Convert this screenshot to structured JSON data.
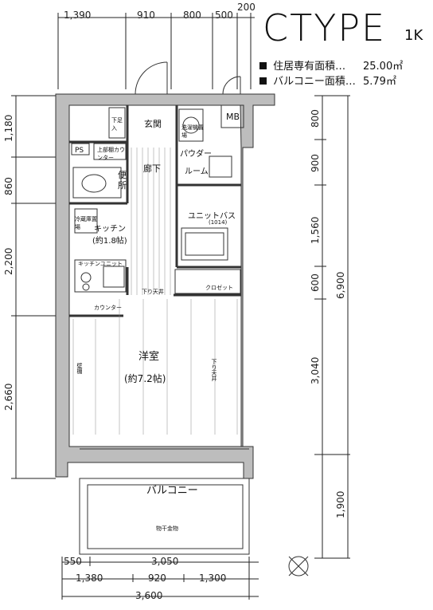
{
  "type_title": "CTYPE",
  "type_sub": "1K",
  "areas": [
    {
      "label": "住居専有面積…",
      "value": "25.00㎡"
    },
    {
      "label": "バルコニー面積…",
      "value": "5.79㎡"
    }
  ],
  "dims_top": [
    "1,390",
    "910",
    "800",
    "500",
    "200"
  ],
  "dims_left": [
    "1,180",
    "860",
    "2,200",
    "2,660"
  ],
  "dims_right_inner": [
    "800",
    "900",
    "1,560",
    "600",
    "3,040",
    "1,900"
  ],
  "dims_right_outer": "6,900",
  "dims_bottom_row1": [
    "550",
    "3,050"
  ],
  "dims_bottom_row2": [
    "1,380",
    "920",
    "1,300"
  ],
  "dims_bottom_total": "3,600",
  "rooms": {
    "genkan": "玄関",
    "geta": "下足入",
    "sentakuki": "洗濯機置場",
    "mb": "MB",
    "ps": "PS",
    "uwadana": "上部棚カウンター",
    "ben": "便",
    "sho": "所",
    "rouka": "廊下",
    "powder": "パウダー",
    "room_suffix": "ルーム",
    "unitbath": "ユニットバス",
    "unitbath_size": "(1014)",
    "reizoko": "冷蔵庫置場",
    "kitchen": "キッチン",
    "kitchen_size": "(約1.8帖)",
    "kitchen_unit": "キッチンユニット",
    "closet": "クロゼット",
    "shitaten": "下り天井",
    "counter": "カウンター",
    "youshitsu": "洋室",
    "youshitsu_size": "(約7.2帖)",
    "kabetana": "壁棚",
    "shitaten2": "下り天井",
    "balcony": "バルコニー",
    "monohoshi": "物干金物"
  }
}
